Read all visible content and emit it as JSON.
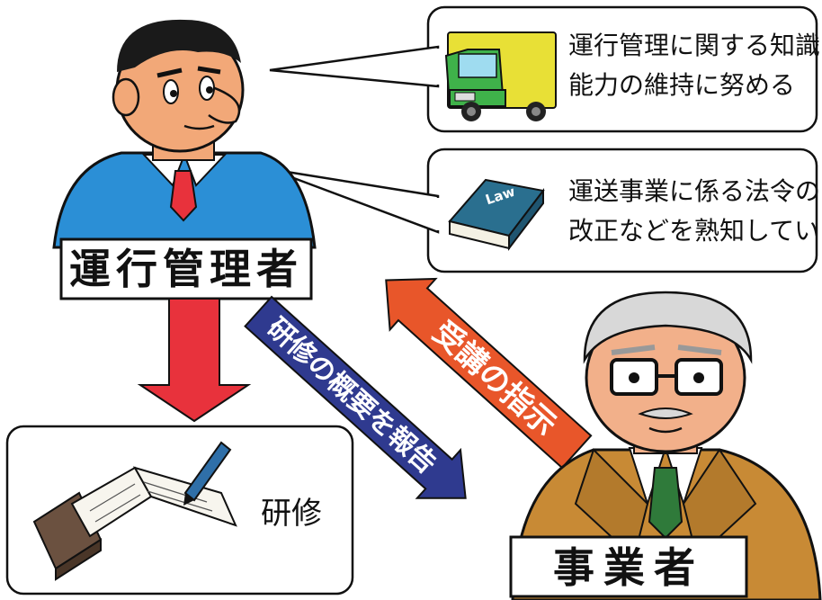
{
  "manager": {
    "role_label": "運行管理者"
  },
  "business_owner": {
    "role_label": "事業者"
  },
  "callouts": [
    {
      "icon": "truck-icon",
      "lines": [
        "運行管理に関する知識",
        "能力の維持に努める"
      ]
    },
    {
      "icon": "law-book-icon",
      "book_title": "Law",
      "lines": [
        "運送事業に係る法令の",
        "改正などを熟知している"
      ]
    }
  ],
  "training": {
    "icon": "notebook-pen-icon",
    "label": "研修"
  },
  "arrows": {
    "instruction": {
      "label": "受講の指示",
      "color": "#e8562a"
    },
    "report": {
      "label": "研修の概要を報告",
      "color": "#2f3a8f"
    },
    "to_training": {
      "color": "#e8323c"
    }
  }
}
